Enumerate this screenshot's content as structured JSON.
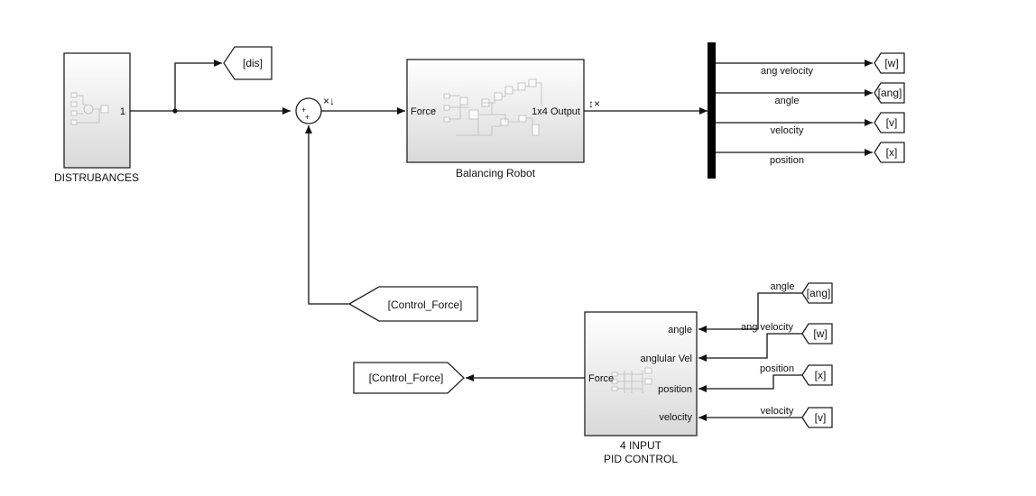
{
  "blocks": {
    "disturbances": {
      "port_label": "1",
      "label": "DISTRUBANCES"
    },
    "sum": {
      "signs": [
        "+",
        "+"
      ],
      "glyph": "×↓"
    },
    "robot": {
      "in_port": "Force",
      "out_port": "1x4 Output",
      "label": "Balancing Robot",
      "glyph": "↕×"
    },
    "pid": {
      "in_ports": [
        "angle",
        "anglular Vel",
        "position",
        "velocity"
      ],
      "out_port": "Force",
      "label_line1": "4 INPUT",
      "label_line2": "PID CONTROL"
    }
  },
  "tags": {
    "dis": "[dis]",
    "demux_out": [
      "[w]",
      "[ang]",
      "[v]",
      "[x]"
    ],
    "control_force_from": "[Control_Force]",
    "control_force_goto": "[Control_Force]",
    "pid_in": [
      "[ang]",
      "[w]",
      "[x]",
      "[v]"
    ]
  },
  "signals": {
    "demux": [
      "ang velocity",
      "angle",
      "velocity",
      "position"
    ],
    "pid": [
      "angle",
      "ang velocity",
      "position",
      "velocity"
    ]
  }
}
